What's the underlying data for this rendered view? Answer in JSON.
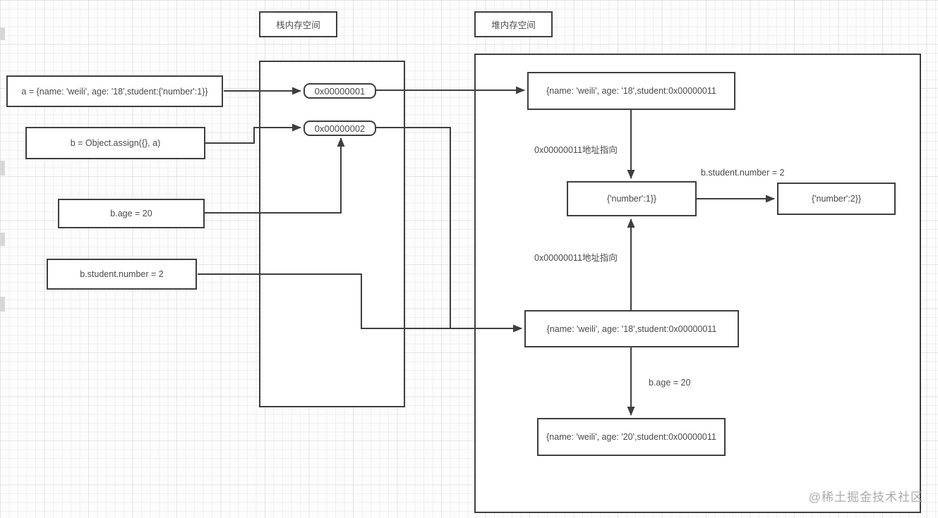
{
  "titles": {
    "stack": "栈内存空间",
    "heap": "堆内存空间"
  },
  "code_boxes": {
    "a": "a = {name: 'weili', age: '18',student:{'number':1}}",
    "b": "b = Object.assign({}, a)",
    "b_age": "b.age = 20",
    "b_student": "b.student.number = 2"
  },
  "stack": {
    "addr1": "0x00000001",
    "addr2": "0x00000002"
  },
  "heap": {
    "obj_a": "{name: 'weili', age: '18',student:0x00000011",
    "student_obj_1": "{'number':1}}",
    "student_obj_2": "{'number':2}}",
    "obj_b": "{name: 'weili', age: '18',student:0x00000011",
    "obj_b_aged": "{name: 'weili', age: '20',student:0x00000011"
  },
  "edge_labels": {
    "ptr_top": "0x00000011地址指向",
    "student_assign": "b.student.number = 2",
    "ptr_bottom": "0x00000011地址指向",
    "age_assign": "b.age = 20"
  },
  "watermark": "@稀土掘金技术社区",
  "colors": {
    "line": "#3f3f3f",
    "text": "#4a4a4a",
    "watermark": "#ababab"
  }
}
